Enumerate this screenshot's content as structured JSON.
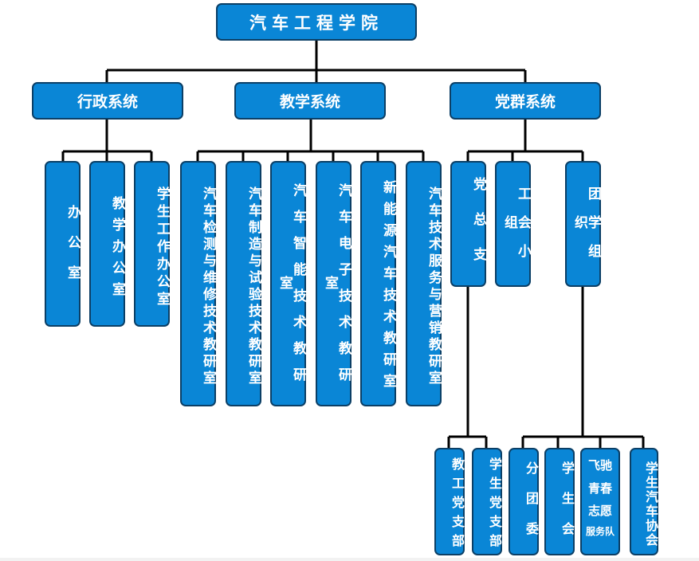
{
  "root": "汽车工程学院",
  "systems": {
    "admin": "行政系统",
    "teaching": "教学系统",
    "party": "党群系统"
  },
  "admin_units": [
    "办公室",
    "教学办公室",
    "学生工作办公室"
  ],
  "teaching_units": [
    "汽车检测与维修技术教研室",
    "汽车制造与试验技术教研室",
    "汽车智能技术教研室",
    "汽车电子技术教研室",
    "新能源汽车技术教研室",
    "汽车技术服务与营销教研室"
  ],
  "party_units": [
    "党总支",
    "工会小组",
    "团学组织"
  ],
  "party_branches": [
    "教工党支部",
    "学生党支部"
  ],
  "league_units": {
    "branch_committee": "分团委",
    "student_union": "学生会",
    "volunteer_line1": "飞驰",
    "volunteer_line2": "青春",
    "volunteer_line3": "志愿",
    "volunteer_line4": "服务队",
    "auto_association": "学生汽车协会"
  }
}
